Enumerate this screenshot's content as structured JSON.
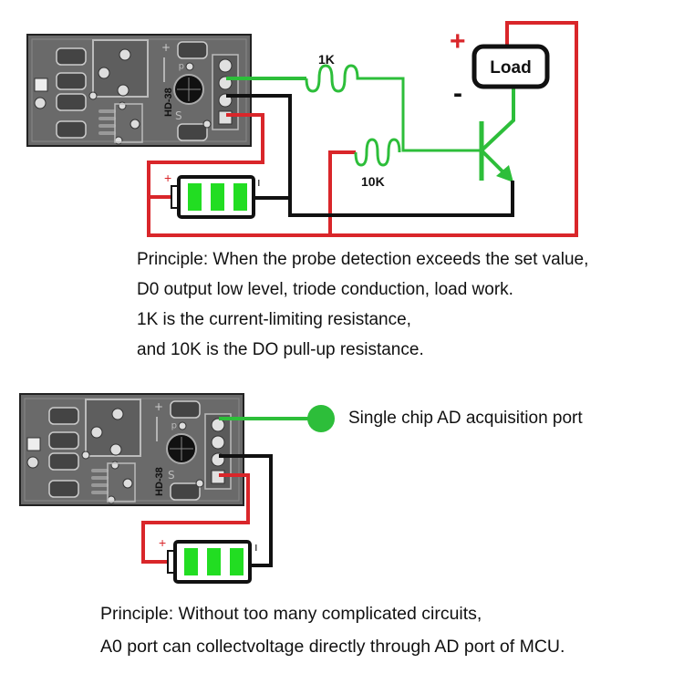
{
  "colors": {
    "wire_red": "#d9262a",
    "wire_green": "#2dbe3a",
    "wire_black": "#111111",
    "battery_cell": "#22dd22",
    "pcb": "#6a6a6a"
  },
  "top_circuit": {
    "module_label": "HD-38",
    "resistor_1_label": "1K",
    "resistor_2_label": "10K",
    "load_label": "Load",
    "load_plus": "+",
    "load_minus": "-",
    "battery_plus": "+",
    "battery_minus": "ı"
  },
  "top_text": {
    "lines": [
      "Principle: When the probe detection exceeds the set value,",
      "D0 output low level, triode conduction, load work.",
      "1K is the current-limiting resistance,",
      "and 10K is the DO pull-up resistance."
    ]
  },
  "bottom_circuit": {
    "module_label": "HD-38",
    "port_label": "Single chip AD acquisition port",
    "battery_plus": "+",
    "battery_minus": "ı"
  },
  "bottom_text": {
    "lines": [
      "Principle: Without too many complicated circuits,",
      "A0 port can collectvoltage directly through AD port of MCU."
    ]
  }
}
